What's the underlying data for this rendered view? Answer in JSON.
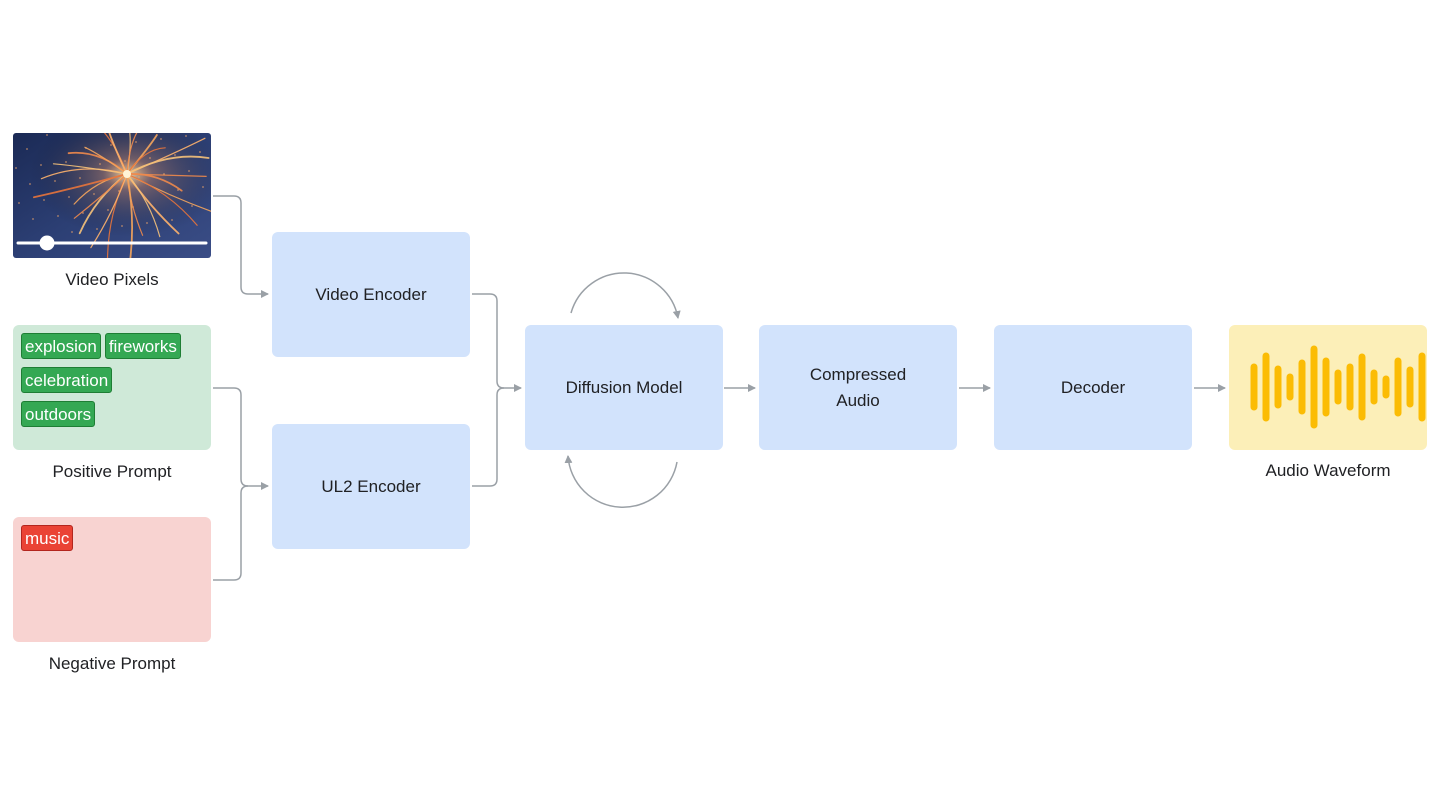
{
  "inputs": {
    "video": {
      "caption": "Video Pixels"
    },
    "positive": {
      "caption": "Positive Prompt",
      "tags": [
        "explosion",
        "fireworks",
        "celebration",
        "outdoors"
      ]
    },
    "negative": {
      "caption": "Negative Prompt",
      "tags": [
        "music"
      ]
    }
  },
  "nodes": {
    "video_encoder": "Video Encoder",
    "ul2_encoder": "UL2 Encoder",
    "diffusion_model": "Diffusion Model",
    "compressed_audio_line1": "Compressed",
    "compressed_audio_line2": "Audio",
    "decoder": "Decoder"
  },
  "output": {
    "caption": "Audio Waveform"
  },
  "colors": {
    "node_blue": "#d2e3fc",
    "positive_green": "#cfe9d8",
    "tag_green": "#34a853",
    "negative_pink": "#f8d3d1",
    "tag_red": "#ea4335",
    "output_yellow": "#fcefb8",
    "waveform": "#fbbc04",
    "connector": "#9aa0a6"
  },
  "icons": [
    "fireworks-image",
    "video-scrubber-icon",
    "loop-arrow-icon",
    "waveform-icon"
  ]
}
